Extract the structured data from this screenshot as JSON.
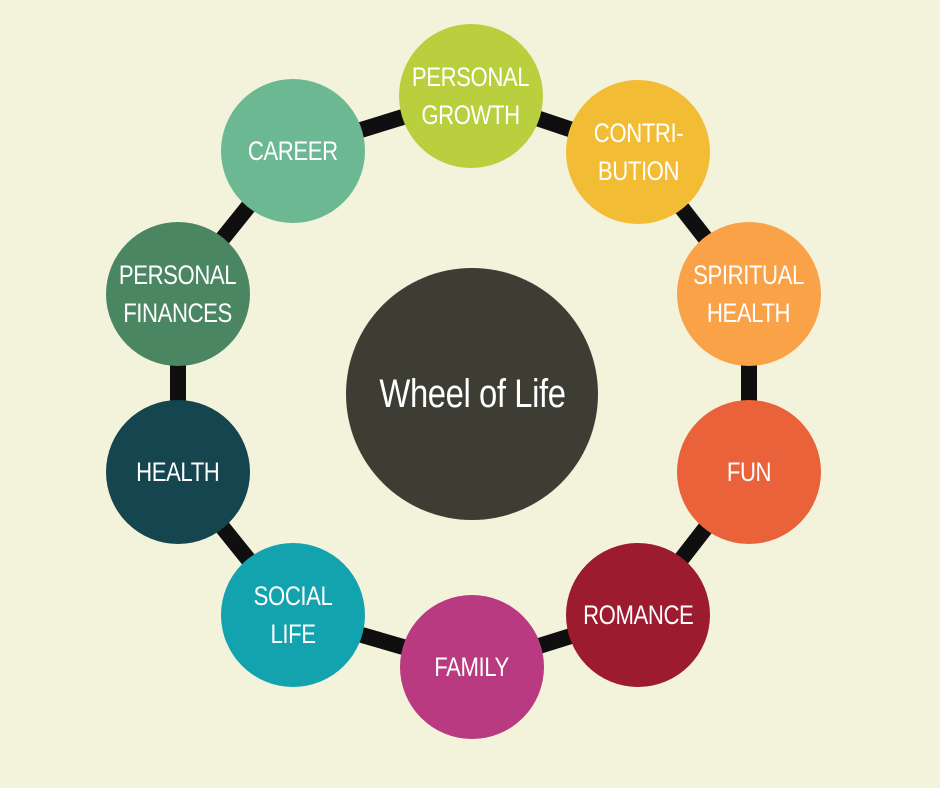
{
  "center": {
    "title": "Wheel of Life",
    "color": "#3d3d33"
  },
  "ring_color": "#0f0f0f",
  "segments": [
    {
      "id": "personal-growth",
      "lines": [
        "PERSONAL",
        "GROWTH"
      ],
      "color": "#b9cf3e"
    },
    {
      "id": "contribution",
      "lines": [
        "CONTRI-",
        "BUTION"
      ],
      "color": "#f3bc35"
    },
    {
      "id": "spiritual-health",
      "lines": [
        "SPIRITUAL",
        "HEALTH"
      ],
      "color": "#f9a248"
    },
    {
      "id": "fun",
      "lines": [
        "FUN"
      ],
      "color": "#e9623a"
    },
    {
      "id": "romance",
      "lines": [
        "ROMANCE"
      ],
      "color": "#9c1b2e"
    },
    {
      "id": "family",
      "lines": [
        "FAMILY"
      ],
      "color": "#b93a80"
    },
    {
      "id": "social-life",
      "lines": [
        "SOCIAL",
        "LIFE"
      ],
      "color": "#13a3ae"
    },
    {
      "id": "health",
      "lines": [
        "HEALTH"
      ],
      "color": "#15454f"
    },
    {
      "id": "personal-finances",
      "lines": [
        "PERSONAL",
        "FINANCES"
      ],
      "color": "#4a8661"
    },
    {
      "id": "career",
      "lines": [
        "CAREER"
      ],
      "color": "#6cb892"
    }
  ]
}
